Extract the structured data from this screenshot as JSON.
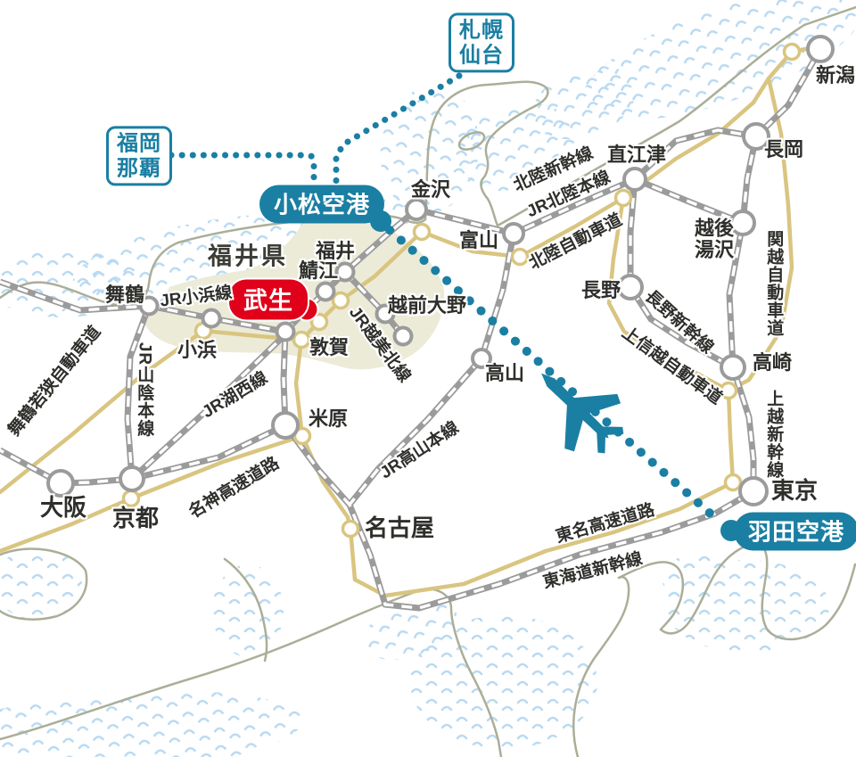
{
  "map": {
    "region_label": "福井県",
    "boxes": [
      {
        "id": "sapporo-sendai",
        "text": "札幌\n仙台"
      },
      {
        "id": "fukuoka-naha",
        "text": "福岡\n那覇"
      }
    ],
    "badges": [
      {
        "id": "komatsu-airport",
        "text": "小松空港"
      },
      {
        "id": "haneda-airport",
        "text": "羽田空港"
      },
      {
        "id": "takefu",
        "text": "武生"
      }
    ],
    "cities": [
      {
        "id": "maizuru",
        "label": "舞鶴"
      },
      {
        "id": "obama",
        "label": "小浜"
      },
      {
        "id": "tsuruga",
        "label": "敦賀"
      },
      {
        "id": "sabae",
        "label": "鯖江"
      },
      {
        "id": "fukui",
        "label": "福井"
      },
      {
        "id": "echizen-ono",
        "label": "越前大野"
      },
      {
        "id": "kanazawa",
        "label": "金沢"
      },
      {
        "id": "toyama",
        "label": "富山"
      },
      {
        "id": "takayama",
        "label": "高山"
      },
      {
        "id": "naoetsu",
        "label": "直江津"
      },
      {
        "id": "nagaoka",
        "label": "長岡"
      },
      {
        "id": "niigata",
        "label": "新潟"
      },
      {
        "id": "echigo-yuzawa",
        "label": "越後\n湯沢"
      },
      {
        "id": "nagano",
        "label": "長野"
      },
      {
        "id": "takasaki",
        "label": "高崎"
      },
      {
        "id": "tokyo",
        "label": "東京"
      },
      {
        "id": "nagoya",
        "label": "名古屋"
      },
      {
        "id": "maibara",
        "label": "米原"
      },
      {
        "id": "kyoto",
        "label": "京都"
      },
      {
        "id": "osaka",
        "label": "大阪"
      }
    ],
    "lines": [
      {
        "id": "hokuriku-shinkansen",
        "label": "北陸新幹線"
      },
      {
        "id": "jr-hokuriku-main",
        "label": "JR北陸本線"
      },
      {
        "id": "hokuriku-expressway",
        "label": "北陸自動車道"
      },
      {
        "id": "kanetsu-expressway",
        "label": "関越自動車道"
      },
      {
        "id": "joetsu-shinkansen",
        "label": "上越新幹線"
      },
      {
        "id": "nagano-shinkansen",
        "label": "長野新幹線"
      },
      {
        "id": "joshinetsu-expressway",
        "label": "上信越自動車道"
      },
      {
        "id": "jr-obama-line",
        "label": "JR小浜線"
      },
      {
        "id": "maizuru-wakasa-expressway",
        "label": "舞鶴若狭自動車道"
      },
      {
        "id": "jr-sanin-main",
        "label": "JR山陰本線"
      },
      {
        "id": "jr-kosei-line",
        "label": "JR湖西線"
      },
      {
        "id": "meishin-expressway",
        "label": "名神高速道路"
      },
      {
        "id": "jr-takayama-main",
        "label": "JR高山本線"
      },
      {
        "id": "jr-etsumi-hoku-line",
        "label": "JR越美北線"
      },
      {
        "id": "tomei-expressway",
        "label": "東名高速道路"
      },
      {
        "id": "tokaido-shinkansen",
        "label": "東海道新幹線"
      }
    ],
    "colors": {
      "accent_teal": "#1a7fa3",
      "takefu_red": "#e0001a",
      "railway_gray": "#9b9b9b",
      "highway_tan": "#d9c580",
      "coast_olive": "#abae97",
      "sea_wave_blue": "#b9daf2",
      "fukui_shade": "#ecebd8"
    }
  }
}
